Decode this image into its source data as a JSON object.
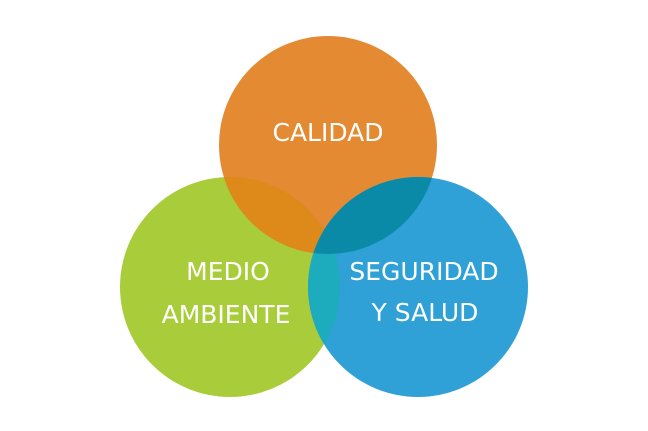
{
  "diagram": {
    "type": "venn",
    "sets": [
      {
        "id": "calidad",
        "lines": [
          "CALIDAD"
        ],
        "color": "#E48A33"
      },
      {
        "id": "medio-ambiente",
        "lines": [
          "MEDIO",
          "AMBIENTE"
        ],
        "color": "#A9CC3B"
      },
      {
        "id": "seguridad-y-salud",
        "lines": [
          "SEGURIDAD",
          "Y SALUD"
        ],
        "color": "#2FA1D6"
      }
    ],
    "overlap_colors": {
      "calidad_medio-ambiente": "#DD8A1A",
      "calidad_seguridad-y-salud": "#0B8AA8",
      "medio-ambiente_seguridad-y-salud": "#1DABBE"
    }
  }
}
